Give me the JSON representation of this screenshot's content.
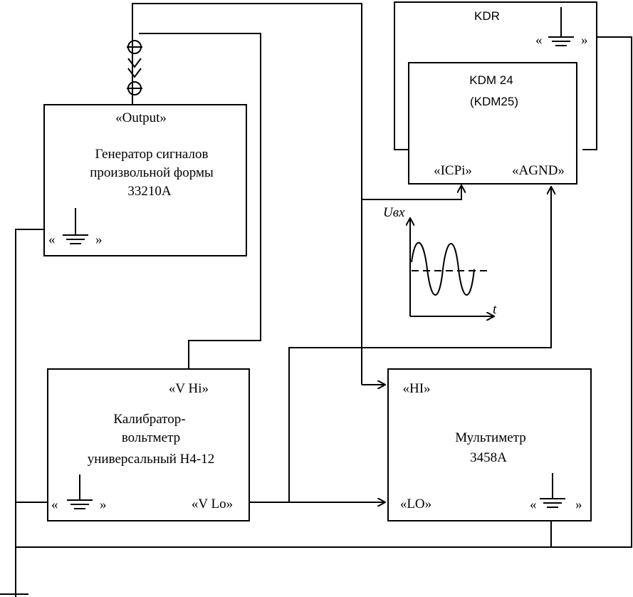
{
  "generator": {
    "port_output": "«Output»",
    "title_line1": "Генератор сигналов",
    "title_line2": "произвольной формы",
    "title_line3": "33210A",
    "ground_open": "«",
    "ground_close": "»"
  },
  "kdr": {
    "title": "KDR",
    "ground_open": "«",
    "ground_close": "»"
  },
  "kdm": {
    "title_line1": "KDM 24",
    "title_line2": "(KDM25)",
    "port_icpi": "«ICPi»",
    "port_agnd": "«AGND»"
  },
  "calibrator": {
    "port_vhi": "«V Hi»",
    "title_line1": "Калибратор-",
    "title_line2": "вольтметр",
    "title_line3": "универсальный Н4-12",
    "port_vlo": "«V Lo»",
    "ground_open": "«",
    "ground_close": "»"
  },
  "multimeter": {
    "port_hi": "«HI»",
    "title_line1": "Мультиметр",
    "title_line2": "3458A",
    "port_lo": "«LO»",
    "ground_open": "«",
    "ground_close": "»"
  },
  "waveform": {
    "y_label": "Uвх",
    "x_label": "t"
  }
}
